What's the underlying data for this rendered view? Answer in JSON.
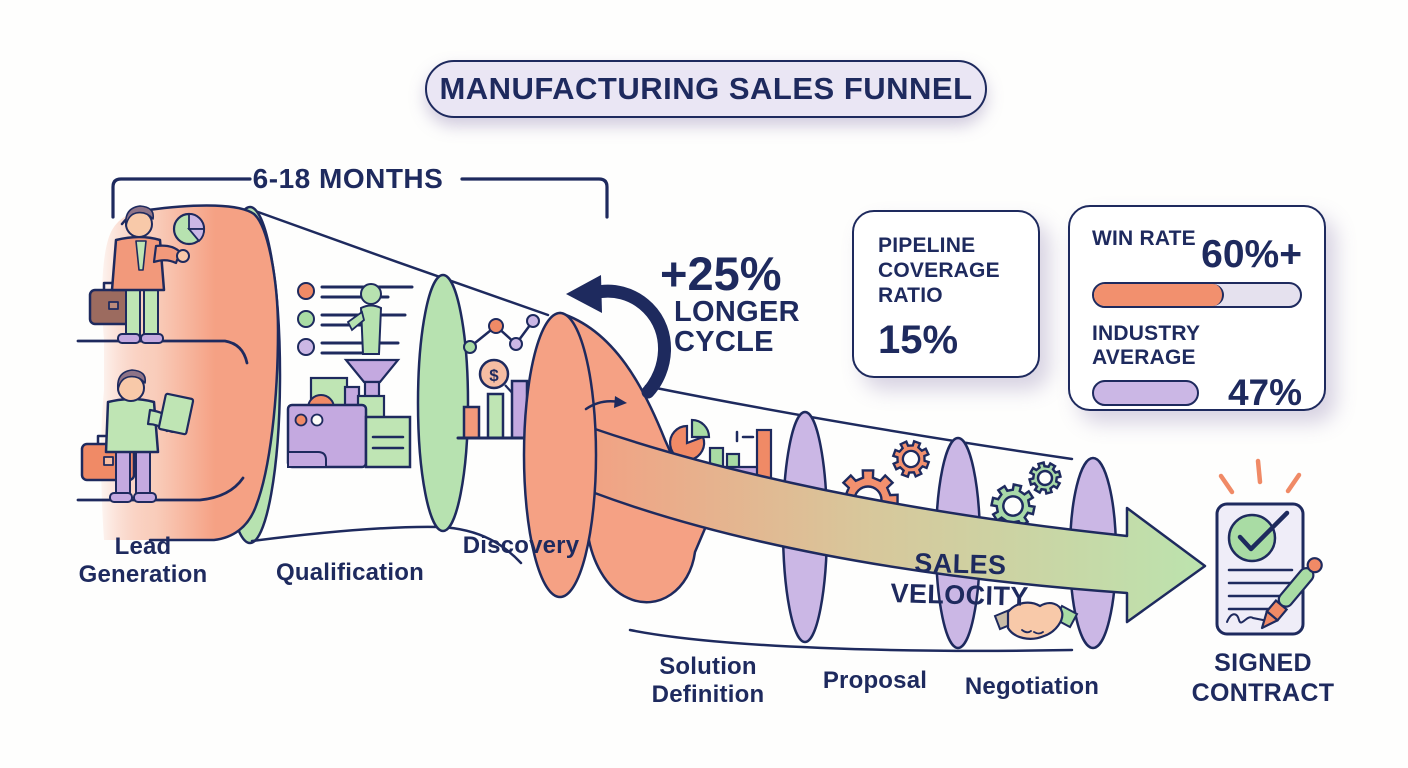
{
  "title": "MANUFACTURING SALES FUNNEL",
  "timeline": {
    "label": "6-18 MONTHS"
  },
  "cycle_callout": {
    "value": "+25%",
    "line1": "LONGER",
    "line2": "CYCLE"
  },
  "stats": {
    "pipeline": {
      "label": "PIPELINE COVERAGE RATIO",
      "value": "15%"
    },
    "win_rate": {
      "label": "WIN RATE",
      "value": "60%+",
      "bar_style": "width:62%"
    },
    "industry_average": {
      "label": "INDUSTRY AVERAGE",
      "value": "47%",
      "bar_style": "width:49%"
    }
  },
  "stages": [
    {
      "label": "Lead Generation"
    },
    {
      "label": "Qualification"
    },
    {
      "label": "Discovery"
    },
    {
      "label": "Solution Definition"
    },
    {
      "label": "Proposal"
    },
    {
      "label": "Negotiation"
    }
  ],
  "velocity_arrow": {
    "label": "SALES VELOCITY"
  },
  "outcome": {
    "label": "SIGNED CONTRACT"
  },
  "icons": {
    "dollar_glyph": "$",
    "names": [
      "businessman-icon",
      "saleswoman-icon",
      "pie-chart-icon",
      "checklist-icon",
      "factory-icon",
      "funnel-worker-icon",
      "line-chart-icon",
      "dollar-badge-icon",
      "bar-chart-icon",
      "pie-segment-icon",
      "stacked-chart-icon",
      "gear-icon-orange",
      "gear-icon-green",
      "handshake-icon",
      "contract-icon",
      "pen-icon",
      "burst-rays-icon",
      "cycle-arrow-icon",
      "flow-arrow-icon"
    ]
  },
  "palette": {
    "navy": "#1E2A5E",
    "salmon": "#F5A184",
    "green": "#B7E2B0",
    "purple": "#CBB7E5",
    "banner_bg": "#EAE6F4",
    "bar_track": "#E5E1EE",
    "skin": "#F8C9A9"
  }
}
